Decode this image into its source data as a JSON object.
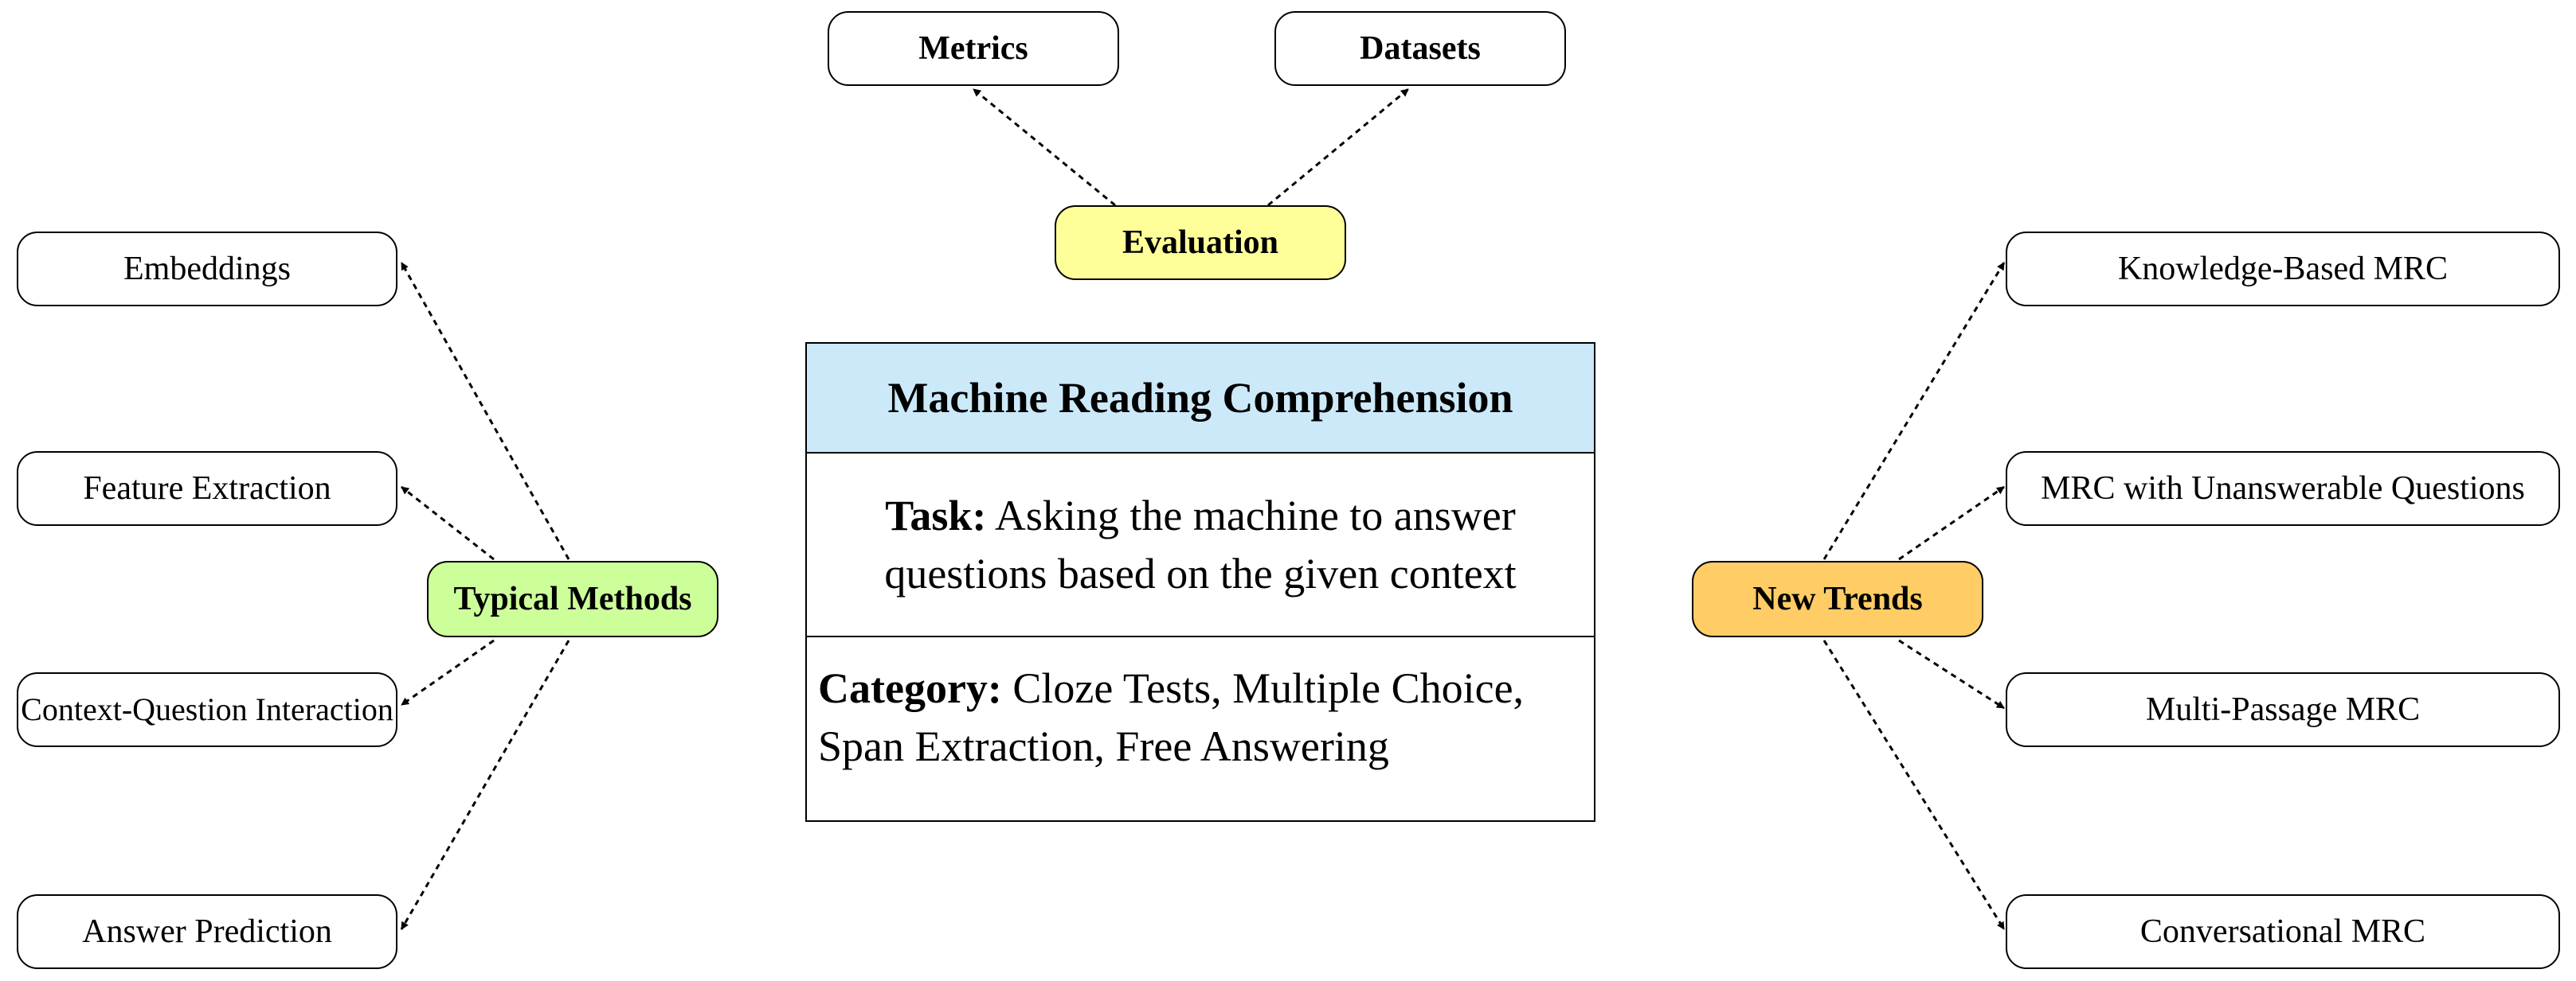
{
  "center": {
    "title": "Machine Reading Comprehension",
    "task_label": "Task:",
    "task_text": "Asking the machine to answer questions based on the given context",
    "category_label": "Category:",
    "category_text": "Cloze Tests, Multiple Choice, Span Extraction, Free Answering"
  },
  "evaluation": {
    "label": "Evaluation",
    "color": "#ffff99",
    "children": [
      "Metrics",
      "Datasets"
    ]
  },
  "typical_methods": {
    "label": "Typical Methods",
    "color": "#ccff99",
    "children": [
      "Embeddings",
      "Feature Extraction",
      "Context-Question Interaction",
      "Answer Prediction"
    ]
  },
  "new_trends": {
    "label": "New Trends",
    "color": "#ffcc66",
    "children": [
      "Knowledge-Based MRC",
      "MRC with Unanswerable Questions",
      "Multi-Passage MRC",
      "Conversational MRC"
    ]
  },
  "title_band_color": "#cce9f9"
}
